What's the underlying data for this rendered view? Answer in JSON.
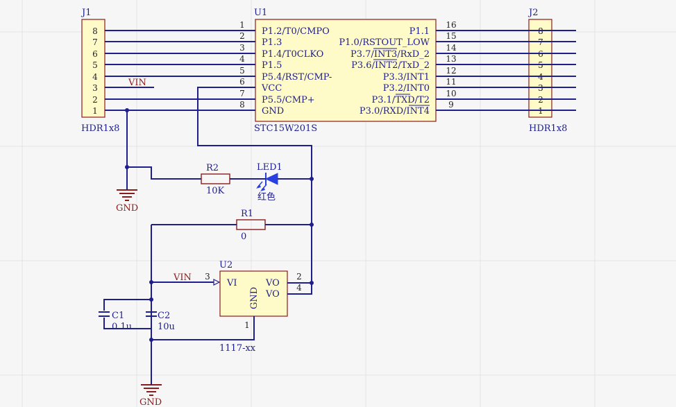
{
  "j1": {
    "designator": "J1",
    "footprint": "HDR1x8",
    "pins": [
      "8",
      "7",
      "6",
      "5",
      "4",
      "3",
      "2",
      "1"
    ]
  },
  "j2": {
    "designator": "J2",
    "footprint": "HDR1x8",
    "pins": [
      "8",
      "7",
      "6",
      "5",
      "4",
      "3",
      "2",
      "1"
    ]
  },
  "u1": {
    "designator": "U1",
    "part": "STC15W201S",
    "left_pins": [
      {
        "num": "1",
        "name": "P1.2/T0/CMPO"
      },
      {
        "num": "2",
        "name": "P1.3"
      },
      {
        "num": "3",
        "name": "P1.4/T0CLKO"
      },
      {
        "num": "4",
        "name": "P1.5"
      },
      {
        "num": "5",
        "name": "P5.4/RST/CMP-"
      },
      {
        "num": "6",
        "name": "VCC"
      },
      {
        "num": "7",
        "name": "P5.5/CMP+"
      },
      {
        "num": "8",
        "name": "GND"
      }
    ],
    "right_pins": [
      {
        "num": "16",
        "name": "P1.1"
      },
      {
        "num": "15",
        "name": "P1.0/RSTOUT_LOW"
      },
      {
        "num": "14",
        "name": "P3.7/INT3/RxD_2"
      },
      {
        "num": "13",
        "name": "P3.6/INT2/TxD_2"
      },
      {
        "num": "12",
        "name": "P3.3/INT1"
      },
      {
        "num": "11",
        "name": "P3.2/INT0"
      },
      {
        "num": "10",
        "name": "P3.1/TXD/T2"
      },
      {
        "num": "9",
        "name": "P3.0/RXD/INT4"
      }
    ]
  },
  "u2": {
    "designator": "U2",
    "part": "1117-xx",
    "vi_label": "VI",
    "vo_label_1": "VO",
    "vo_label_2": "VO",
    "gnd_label": "GND",
    "pin_vi": "3",
    "pin_vo_1": "2",
    "pin_vo_2": "4",
    "pin_gnd": "1"
  },
  "r1": {
    "designator": "R1",
    "value": "0"
  },
  "r2": {
    "designator": "R2",
    "value": "10K"
  },
  "led1": {
    "designator": "LED1",
    "value": "红色"
  },
  "c1": {
    "designator": "C1",
    "value": "0.1u"
  },
  "c2": {
    "designator": "C2",
    "value": "10u"
  },
  "nets": {
    "vin_top": "VIN",
    "vin_reg": "VIN",
    "gnd_upper": "GND",
    "gnd_lower": "GND"
  },
  "colors": {
    "wire": "#1e1e8c",
    "component_body": "#fffbc8",
    "component_border": "#8b1a1a",
    "power_port": "#8b1a1a",
    "led": "#2a3fe0",
    "background": "#f6f6f6"
  }
}
